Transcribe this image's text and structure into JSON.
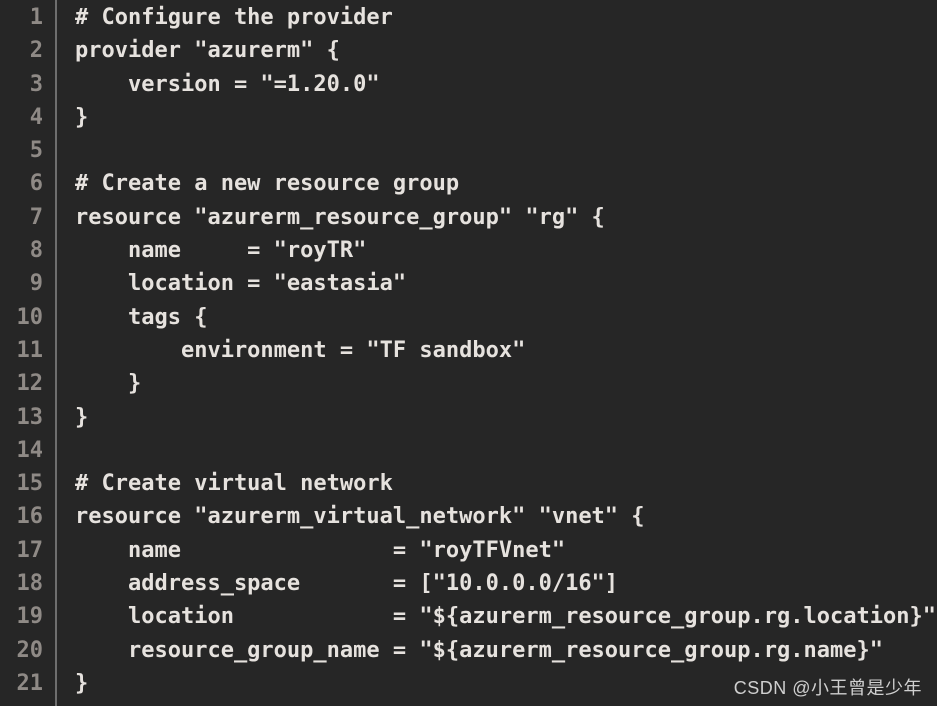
{
  "editor": {
    "language": "terraform",
    "lines": [
      {
        "no": "1",
        "text": "# Configure the provider"
      },
      {
        "no": "2",
        "text": "provider \"azurerm\" {"
      },
      {
        "no": "3",
        "text": "    version = \"=1.20.0\""
      },
      {
        "no": "4",
        "text": "}"
      },
      {
        "no": "5",
        "text": ""
      },
      {
        "no": "6",
        "text": "# Create a new resource group"
      },
      {
        "no": "7",
        "text": "resource \"azurerm_resource_group\" \"rg\" {"
      },
      {
        "no": "8",
        "text": "    name     = \"royTR\""
      },
      {
        "no": "9",
        "text": "    location = \"eastasia\""
      },
      {
        "no": "10",
        "text": "    tags {"
      },
      {
        "no": "11",
        "text": "        environment = \"TF sandbox\""
      },
      {
        "no": "12",
        "text": "    }"
      },
      {
        "no": "13",
        "text": "}"
      },
      {
        "no": "14",
        "text": ""
      },
      {
        "no": "15",
        "text": "# Create virtual network"
      },
      {
        "no": "16",
        "text": "resource \"azurerm_virtual_network\" \"vnet\" {"
      },
      {
        "no": "17",
        "text": "    name                = \"royTFVnet\""
      },
      {
        "no": "18",
        "text": "    address_space       = [\"10.0.0.0/16\"]"
      },
      {
        "no": "19",
        "text": "    location            = \"${azurerm_resource_group.rg.location}\""
      },
      {
        "no": "20",
        "text": "    resource_group_name = \"${azurerm_resource_group.rg.name}\""
      },
      {
        "no": "21",
        "text": "}"
      }
    ]
  },
  "watermark": {
    "text": "CSDN @小王曾是少年"
  },
  "colors": {
    "background": "#262626",
    "code_text": "#e6e2de",
    "line_number": "#8f8a86",
    "gutter_divider": "#6e6e6e",
    "watermark": "#cfcfcf"
  }
}
